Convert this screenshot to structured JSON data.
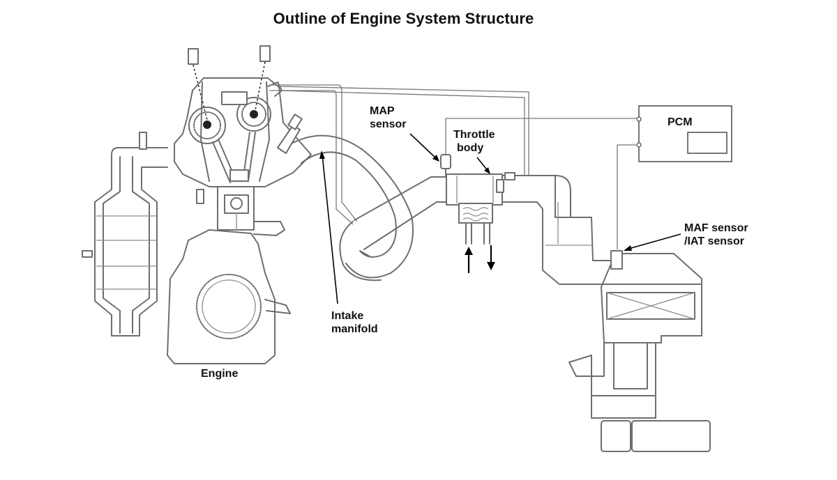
{
  "title": "Outline of Engine System Structure",
  "labels": {
    "map_sensor": [
      "MAP",
      "sensor"
    ],
    "throttle_body": [
      "Throttle",
      "body"
    ],
    "pcm": "PCM",
    "maf_sensor": [
      "MAF sensor",
      "/IAT sensor"
    ],
    "intake_manifold": [
      "Intake",
      "manifold"
    ],
    "engine": "Engine"
  },
  "colors": {
    "outline": "#6e6e6e",
    "pointer": "#000000",
    "background": "#ffffff"
  }
}
